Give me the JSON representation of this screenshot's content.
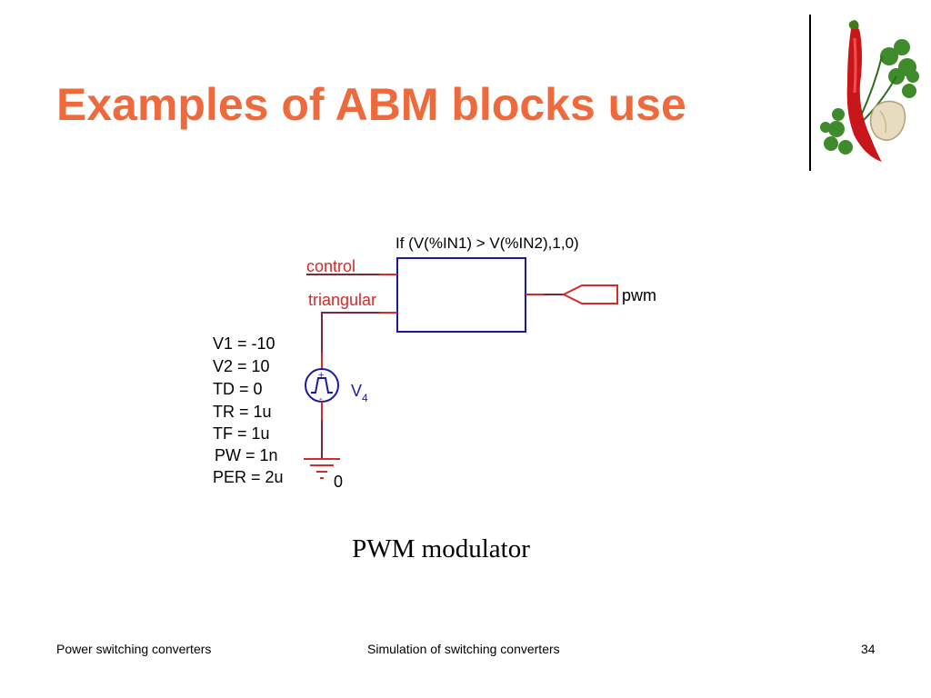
{
  "slide": {
    "title": "Examples of ABM blocks use",
    "caption": "PWM modulator"
  },
  "schematic": {
    "abm_expression": "If (V(%IN1) > V(%IN2),1,0)",
    "input_net_1": "control",
    "input_net_2": "triangular",
    "output_net": "pwm",
    "source_ref": "V",
    "source_ref_index": "4",
    "source_polarity_plus": "+",
    "source_polarity_minus": "-",
    "ground_net": "0",
    "source_params": [
      "V1 = -10",
      "V2 = 10",
      "TD = 0",
      "TR = 1u",
      "TF = 1u",
      "PW = 1n",
      "PER = 2u"
    ],
    "icons": [
      "pulse-source-icon",
      "ground-icon",
      "offpage-connector-icon",
      "chili-garlic-logo"
    ],
    "colors": {
      "title": "#ee6a3c",
      "net_label": "#d42a2a",
      "block_border": "#1a1aa0",
      "wire": "#7a2a3a",
      "pin": "#d42a2a"
    }
  },
  "footer": {
    "left": "Power switching converters",
    "center": "Simulation of switching converters",
    "page": "34"
  }
}
